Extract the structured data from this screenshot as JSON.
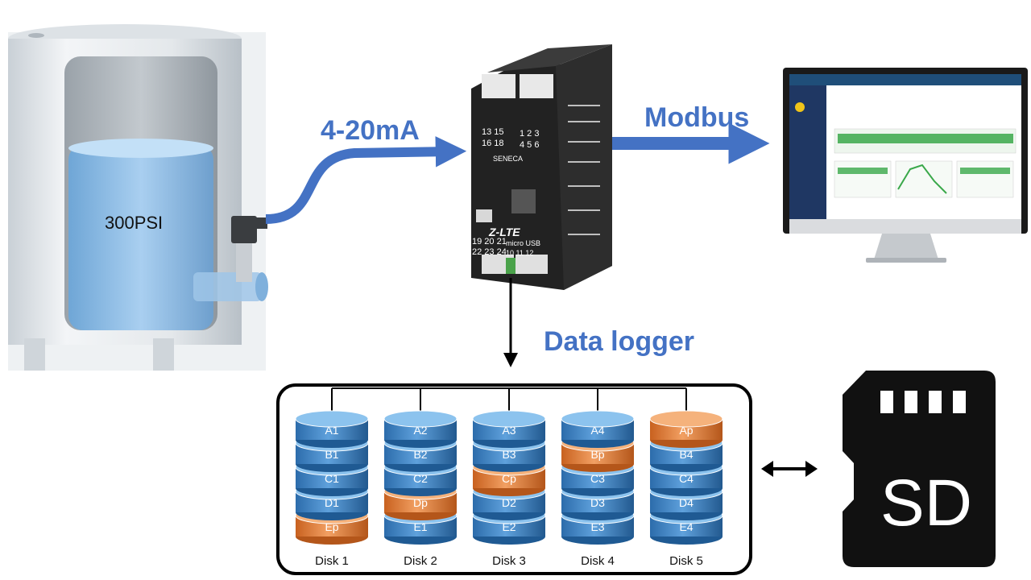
{
  "tank": {
    "pressure_label": "300PSI"
  },
  "flows": {
    "analog_label": "4-20mA",
    "modbus_label": "Modbus",
    "logger_label": "Data logger"
  },
  "device": {
    "brand": "SENECA",
    "model": "Z-LTE",
    "terminals_top_left": "13 15",
    "terminals_top_left2": "16 18",
    "terminals_top_right": "1 2 3",
    "terminals_top_right2": "4 5 6",
    "terminals_bottom_left": "19 20 21",
    "terminals_bottom_left2": "22 23 24",
    "usb_label": "micro USB",
    "terminals_bottom_right": "10 11 12"
  },
  "raid": {
    "disks": [
      {
        "name": "Disk 1",
        "blocks": [
          "A1",
          "B1",
          "C1",
          "D1",
          "Ep"
        ],
        "parity_index": 4
      },
      {
        "name": "Disk 2",
        "blocks": [
          "A2",
          "B2",
          "C2",
          "Dp",
          "E1"
        ],
        "parity_index": 3
      },
      {
        "name": "Disk 3",
        "blocks": [
          "A3",
          "B3",
          "Cp",
          "D2",
          "E2"
        ],
        "parity_index": 2
      },
      {
        "name": "Disk 4",
        "blocks": [
          "A4",
          "Bp",
          "C3",
          "D3",
          "E3"
        ],
        "parity_index": 1
      },
      {
        "name": "Disk 5",
        "blocks": [
          "Ap",
          "B4",
          "C4",
          "D4",
          "E4"
        ],
        "parity_index": 0
      }
    ]
  },
  "sd_card": {
    "label": "SD"
  },
  "colors": {
    "accent": "#4472C4",
    "disk_blue": "#2E75B6",
    "parity_orange": "#E2782B",
    "card_black": "#111111"
  },
  "icons": [
    "tank",
    "pressure-transmitter",
    "din-rail-device",
    "monitor",
    "sd-card",
    "double-arrow-icon"
  ]
}
